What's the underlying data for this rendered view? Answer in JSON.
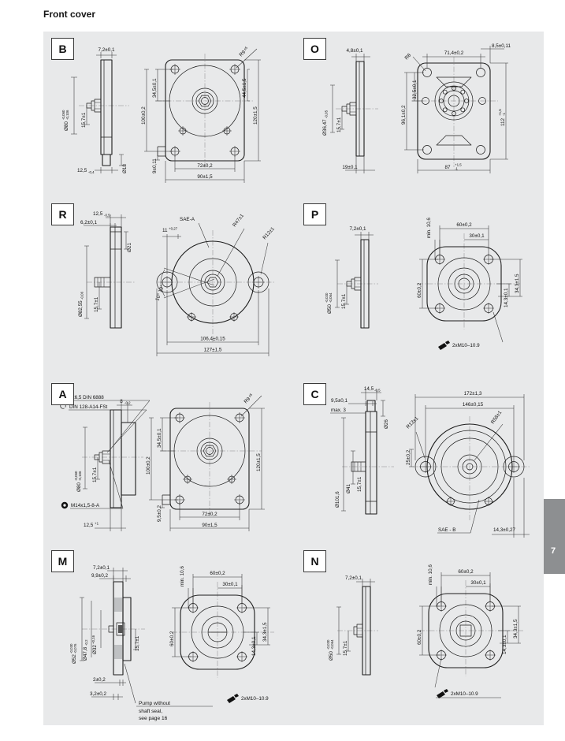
{
  "page": {
    "title": "Front cover",
    "page_number": "7"
  },
  "sections": {
    "B": {
      "label": "B",
      "dims": {
        "plate_w": "7,2±0,1",
        "pilot_v": "Ø80",
        "pilot_t": "-0,060",
        "pilot_b": "-0,106",
        "shaft": "15,7±1",
        "thick_v": "12,5",
        "thick_b": "-0,4",
        "port": "Ø18",
        "bolt_v": "34,5±0,1",
        "height_c": "100±0,2",
        "off_v": "9±0,11",
        "bolt_h": "72±0,2",
        "width": "90±1,5",
        "r_v": "R9",
        "r_t": "±5",
        "tr": "44,5±1,5",
        "height": "120±1,5"
      }
    },
    "O": {
      "label": "O",
      "dims": {
        "plate_w": "4,8±0,1",
        "pilot_v": "Ø36,47",
        "pilot_b": "-0,05",
        "shaft": "15,7±1",
        "thick": "19±0,1",
        "r": "R8",
        "bolt_top": "71,4±0,2",
        "off_h": "8,5±0,11",
        "bolt_v": "96,1±0,2",
        "center_v": "32,5±0,1",
        "height_v": "112",
        "height_t": "+1,5",
        "height_b": "-1",
        "width_v": "87",
        "width_t": "+1,5",
        "width_b": "-1"
      }
    },
    "R": {
      "label": "R",
      "dims": {
        "thick_v": "12,5",
        "thick_b": "-0,5",
        "plate_w": "6,2±0,1",
        "port": "Ø21",
        "pilot_v": "Ø82,55",
        "pilot_b": "-0,06",
        "shaft": "15,7±1",
        "sae": "SAE-A",
        "off_v": "11",
        "off_t": "+0,27",
        "r_big": "R47±1",
        "r_small": "R12±1",
        "angle": "10° 10°",
        "bolt_h": "106,4±0,15",
        "width": "127±1,5"
      }
    },
    "P": {
      "label": "P",
      "dims": {
        "plate_w": "7,2±0,1",
        "pilot_v": "Ø50",
        "pilot_t": "-0,020",
        "pilot_b": "-0,064",
        "shaft": "15,7±1",
        "bolt_top": "60±0,2",
        "min_depth": "min. 10,6",
        "center_h": "30±0,1",
        "tr": "34,3±1,5",
        "bolt_v": "60±0,2",
        "off_r": "14,3±0,1",
        "screws": "2xM10–10.9"
      }
    },
    "A": {
      "label": "A",
      "dims": {
        "key": "4x6,5 DIN 6888",
        "washer": "DIN 128-A14-FSt",
        "step_v": "8",
        "step_b": "-0,2",
        "pilot_v": "Ø80",
        "pilot_t": "-0,060",
        "pilot_b": "-0,106",
        "shaft": "15,7±1",
        "nut": "M14x1,5-8-A",
        "thick_v": "12,5",
        "thick_t": "+1",
        "bolt_v": "34,5±0,1",
        "height_c": "100±0,2",
        "off_v": "9,5±0,2",
        "bolt_h": "72±0,2",
        "width": "90±1,5",
        "r_v": "R9",
        "r_t": "±5",
        "height": "120±1,5"
      }
    },
    "C": {
      "label": "C",
      "dims": {
        "thick_v": "14,5",
        "thick_b": "-0,5",
        "plate_w": "9,5±0,1",
        "max": "max. 3",
        "port": "Ø26",
        "pilot": "Ø101,6",
        "d41": "Ø41",
        "shaft": "15,7±1",
        "width": "172±1,3",
        "bolt_h": "146±0,15",
        "r_big": "R58±1",
        "r_small": "R13±1",
        "off_v": "25±0,2",
        "sae": "SAE - B",
        "off_h": "14,3±0,27"
      }
    },
    "M": {
      "label": "M",
      "dims": {
        "plate_w": "7,2±0,1",
        "depth": "9,9±0,2",
        "d52_v": "Ø52",
        "d52_t": "-0,030",
        "d52_b": "-0,076",
        "d478_v": "Ø47,8",
        "d478_b": "-0,2",
        "d32_v": "Ø32",
        "d32_t": "+0,16",
        "shaft": "15,7±1",
        "d2": "2±0,2",
        "d32b": "3,2±0,2",
        "note1": "Pump without",
        "note2": "shaft seal,",
        "note3": "see page 16",
        "bolt_top": "60±0,2",
        "min_depth": "min. 10,6",
        "center_h": "30±0,1",
        "off_r": "14,3±0,1",
        "tr": "34,3±1,5",
        "bolt_v": "60±0,2",
        "screws": "2xM10–10.9"
      }
    },
    "N": {
      "label": "N",
      "dims": {
        "plate_w": "7,2±0,1",
        "pilot_v": "Ø50",
        "pilot_t": "-0,020",
        "pilot_b": "-0,064",
        "shaft": "15,7±1",
        "bolt_top": "60±0,2",
        "min_depth": "min. 10,6",
        "center_h": "30±0,1",
        "tr": "34,3±1,5",
        "bolt_v": "60±0,2",
        "off_r": "14,3±0,1",
        "screws": "2xM10–10.9"
      }
    }
  }
}
